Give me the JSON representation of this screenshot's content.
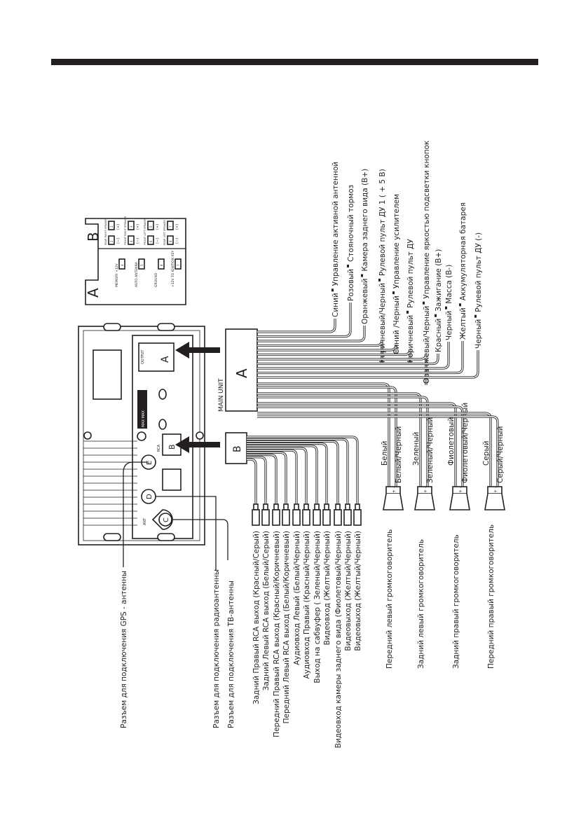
{
  "diagram": {
    "main_unit_label": "MAIN UNIT",
    "connector_a": "A",
    "connector_b": "B",
    "unit_labels": {
      "output": "OUTPUT",
      "rca": "RCA",
      "ant": "ANT",
      "brand": "MAX MAX",
      "port_a": "A",
      "port_b": "B",
      "port_c": "C",
      "port_d": "D",
      "port_e": "E"
    },
    "pinout": {
      "a_title": "A",
      "b_title": "B",
      "a_pins": [
        {
          "label": "MEMORY +12V",
          "pin": "4"
        },
        {
          "label": "AUTO ANTENNA",
          "pin": "5"
        },
        {
          "label": "GROUND",
          "pin": "8"
        },
        {
          "label": "+12V TO IGNITION KEY",
          "pin": "7"
        }
      ],
      "b_pins": [
        {
          "label": "REAR RIGHT SPEAKER",
          "plus": "1",
          "minus": "2"
        },
        {
          "label": "FRONT RIGHT SPEAKER",
          "plus": "3",
          "minus": "4"
        },
        {
          "label": "FRONT LEFT SPEAKER",
          "plus": "5",
          "minus": "6"
        },
        {
          "label": "REAR LEFT SPEAKER",
          "plus": "7",
          "minus": "8"
        }
      ],
      "plus_sign": "(+)",
      "minus_sign": "(−)"
    },
    "antenna_labels": [
      "Разъем для подключения GPS - антенны",
      "Разъем для подключения радиоантенны",
      "Разъем для подключения ТВ-антенны"
    ],
    "a_wires": [
      {
        "color": "Синий",
        "function": "Управление  активной  антенной"
      },
      {
        "color": "Розовый",
        "function": "Стояночный тормоз"
      },
      {
        "color": "Оранжевый",
        "function": "Камера заднего вида (B+)"
      },
      {
        "color": "Коричневый/Черный",
        "function": "Рулевой пульт ДУ 1 ( + 5 В)"
      },
      {
        "color": "Синий /Черный",
        "function": "Управление усилителем"
      },
      {
        "color": "Коричневый",
        "function": "Рулевой пульт ДУ"
      },
      {
        "color": "Оранжевый/Черный",
        "function": "Управление яркостью подсветки кнопок"
      },
      {
        "color": "Красный",
        "function": "Зажигание (В+)"
      },
      {
        "color": "Черный",
        "function": "Масса (В-)"
      },
      {
        "color": "Желтый",
        "function": "Аккумуляторная батарея"
      },
      {
        "color": "Черный",
        "function": "Рулевой пульт ДУ (-)"
      }
    ],
    "speakers": [
      {
        "name": "Передний левый громкоговоритель",
        "plus_wire": "Белый",
        "minus_wire": "Белый/Черный"
      },
      {
        "name": "Задний левый громкоговоритель",
        "plus_wire": "Зеленый",
        "minus_wire": "Зеленый/Черный"
      },
      {
        "name": "Задний правый громкоговоритель",
        "plus_wire": "Фиолетовый",
        "minus_wire": "Фиолетовый/Черный"
      },
      {
        "name": "Передний правый громкоговоритель",
        "plus_wire": "Серый",
        "minus_wire": "Серый/Черный"
      }
    ],
    "speaker_terminal": "+ -",
    "rca_outputs": [
      "Задний Правый RCA выход (Красный/Серый)",
      "Задний Левый RCA выход (Белый/Серый)",
      "Передний Правый RCA выход (Красный/Коричневый)",
      "Передний Левый RCA выход (Белый/Коричневый)",
      "Аудиовход Левый (Белый/Черный)",
      "Аудиовход Правый (Красный/Черный)",
      "Выход на сабвуфер ( Зеленый/Черный)",
      "Видеовход (Желтый/Черный)",
      "Видеовход камеры заднего вида (Фиолетовый/Черный)",
      "Видеовыход (Желтый/Черный)",
      "Видеовыход (Желтый/Черный)"
    ]
  }
}
